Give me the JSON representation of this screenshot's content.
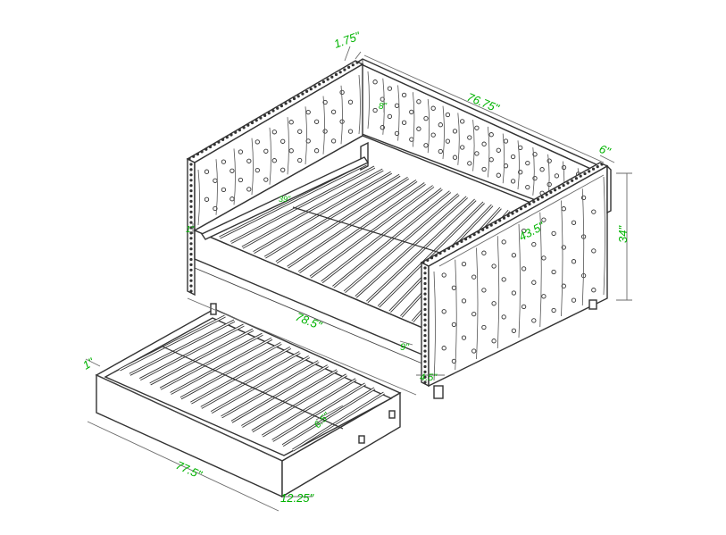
{
  "colors": {
    "dimension_text": "#00b300",
    "line": "#333333",
    "background": "#ffffff"
  },
  "dimensions": {
    "armrest_thickness": "1.75\"",
    "back_length": "76.75\"",
    "back_tuft_depth": "8\"",
    "arm_depth": "6\"",
    "overall_height": "34\"",
    "seat_depth": "43.5\"",
    "inner_rail_height": "39\"",
    "frame_length": "78.5\"",
    "side_rail_height": "9\"",
    "left_rail_mark": "1\"",
    "leg_height": "4.5\"",
    "trundle_board": "1\"",
    "trundle_length": "77.5\"",
    "trundle_height": "12.25\"",
    "trundle_inner": "6.5\""
  }
}
